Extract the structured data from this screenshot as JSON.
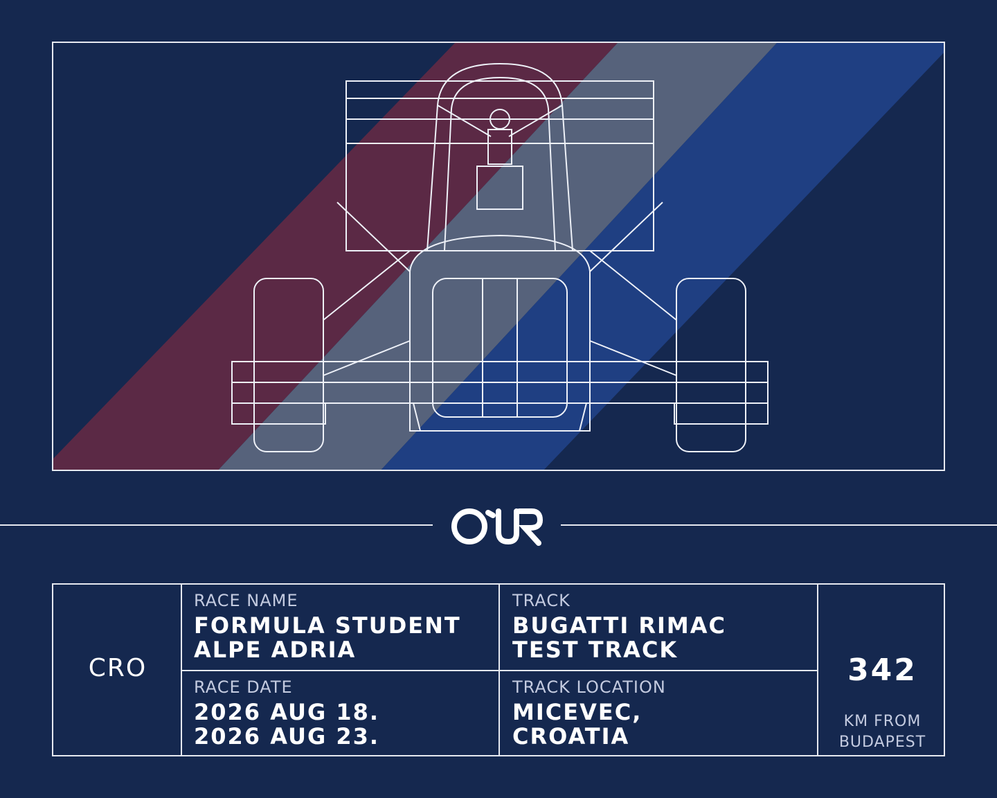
{
  "logo": "OUR",
  "colors": {
    "background": "#15284f",
    "stripe_red": "#5b2945",
    "stripe_grey": "#56627b",
    "stripe_blue": "#1f3f82",
    "line": "#e6e9f0"
  },
  "info": {
    "country_code": "CRO",
    "race_name_label": "RACE NAME",
    "race_name": [
      "FORMULA STUDENT",
      "ALPE ADRIA"
    ],
    "track_label": "TRACK",
    "track": [
      "BUGATTI RIMAC",
      "TEST TRACK"
    ],
    "race_date_label": "RACE DATE",
    "race_date": [
      "2026 AUG 18.",
      "2026 AUG 23."
    ],
    "track_location_label": "TRACK LOCATION",
    "track_location": [
      "MICEVEC,",
      "CROATIA"
    ],
    "distance": "342",
    "distance_label": [
      "KM FROM",
      "BUDAPEST"
    ]
  }
}
